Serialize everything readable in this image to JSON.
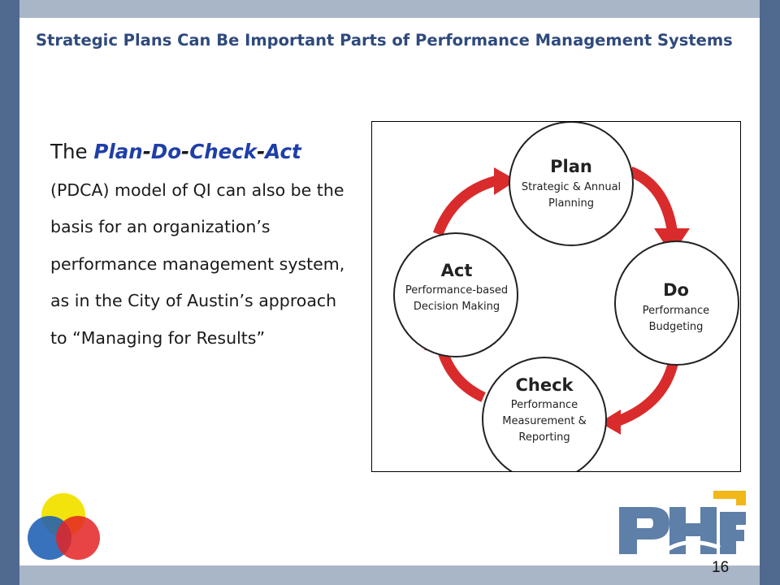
{
  "slide": {
    "title": "Strategic Plans Can Be Important Parts of Performance Management Systems",
    "page_number": "16"
  },
  "body": {
    "lead": "The ",
    "plan": "Plan",
    "do": "Do",
    "check": "Check",
    "act": "Act",
    "dash": "-",
    "rest": "(PDCA) model of QI can also be the basis for an organization’s performance management system, as in the City of Austin’s approach to “Managing for Results”"
  },
  "diagram": {
    "nodes": [
      {
        "title": "Plan",
        "lines": [
          "Strategic & Annual",
          "Planning"
        ]
      },
      {
        "title": "Do",
        "lines": [
          "Performance",
          "Budgeting"
        ]
      },
      {
        "title": "Check",
        "lines": [
          "Performance",
          "Measurement &",
          "Reporting"
        ]
      },
      {
        "title": "Act",
        "lines": [
          "Performance-based",
          "Decision Making"
        ]
      }
    ]
  },
  "colors": {
    "frame": "#50698f",
    "band": "#a9b6c8",
    "title": "#2f4a7d",
    "accent_italic": "#1f3fa8",
    "arrow": "#d92b2b",
    "venn_yellow": "#f2e100",
    "venn_blue": "#1e5fb3",
    "venn_red": "#e42326",
    "phf_steel": "#5d7fa8",
    "phf_gold": "#f2b718"
  },
  "logos": {
    "left": "venn-logo",
    "right": "PHF"
  }
}
